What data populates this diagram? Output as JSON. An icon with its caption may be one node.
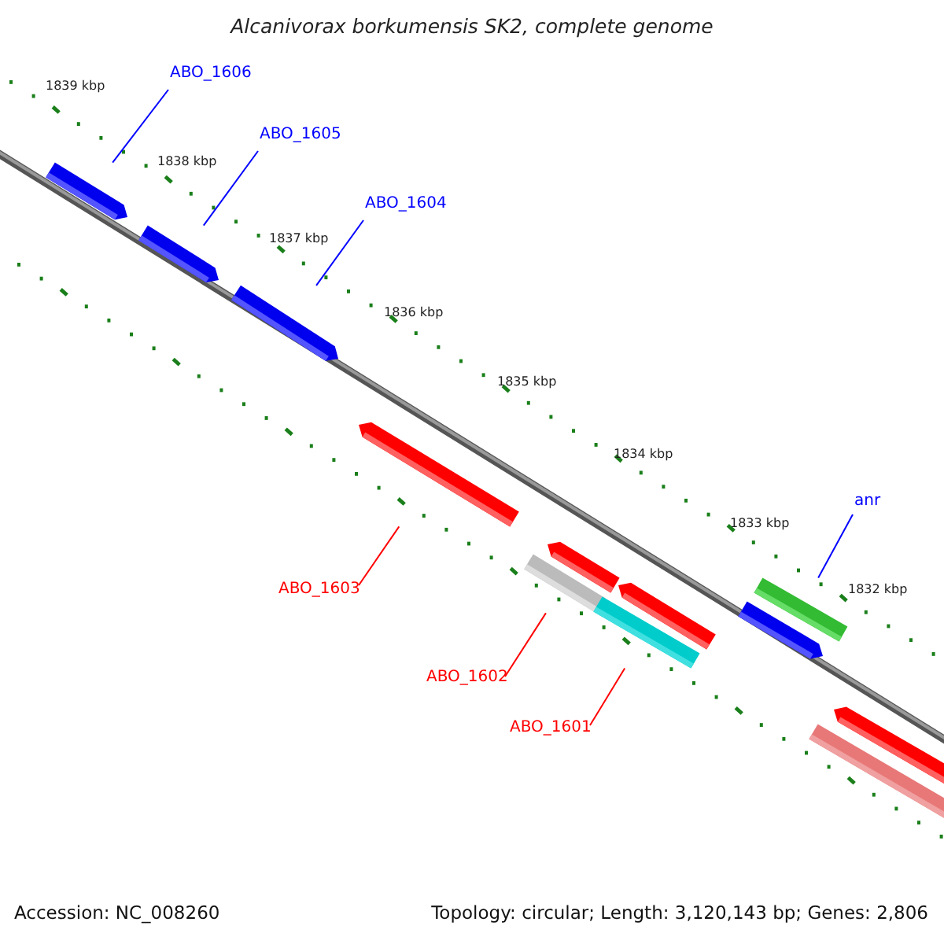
{
  "diagram": {
    "title": "Alcanivorax borkumensis SK2, complete genome",
    "nodes": [
      {
        "text": [],
        "shape": "bar"
      },
      {
        "text": [],
        "shape": "bar"
      },
      {
        "text": [],
        "shape": "bar"
      },
      {
        "text": [],
        "shape": "bar"
      },
      {
        "text": [],
        "shape": "bar"
      },
      {
        "text": [],
        "shape": "bar"
      },
      {
        "text": [],
        "shape": "bar"
      },
      {
        "text": [],
        "shape": "bar"
      },
      {
        "text": [],
        "shape": "bar"
      },
      {
        "text": [],
        "shape": "bar"
      },
      {
        "text": [],
        "shape": "bar"
      },
      {
        "text": [],
        "shape": "bar"
      },
      {
        "text": [
          "ABO_1606"
        ]
      },
      {
        "text": [
          "ABO_1605"
        ]
      },
      {
        "text": [
          "ABO_1604"
        ]
      },
      {
        "text": [
          "ABO_1603"
        ]
      },
      {
        "text": [
          "ABO_1602"
        ]
      },
      {
        "text": [
          "ABO_1601"
        ]
      },
      {
        "text": [
          "anr"
        ]
      }
    ],
    "edges": [
      {
        "from": 12,
        "to": 0,
        "arrow": "none"
      },
      {
        "from": 13,
        "to": 1,
        "arrow": "none"
      },
      {
        "from": 14,
        "to": 2,
        "arrow": "none"
      },
      {
        "from": 15,
        "to": 3,
        "arrow": "none",
        "color": "#ff0000"
      },
      {
        "from": 16,
        "to": 4,
        "arrow": "none",
        "color": "#ff0000"
      },
      {
        "from": 17,
        "to": 6,
        "arrow": "none",
        "color": "#ff0000"
      },
      {
        "from": 18,
        "to": 9,
        "arrow": "none"
      }
    ],
    "labels": [
      "1839 kbp",
      "1838 kbp",
      "1837 kbp",
      "1836 kbp",
      "1835 kbp",
      "1834 kbp",
      "1833 kbp",
      "1832 kbp",
      "Accession: NC_008260",
      "Topology: circular; Length: 3,120,143 bp; Genes: 2,806"
    ]
  }
}
